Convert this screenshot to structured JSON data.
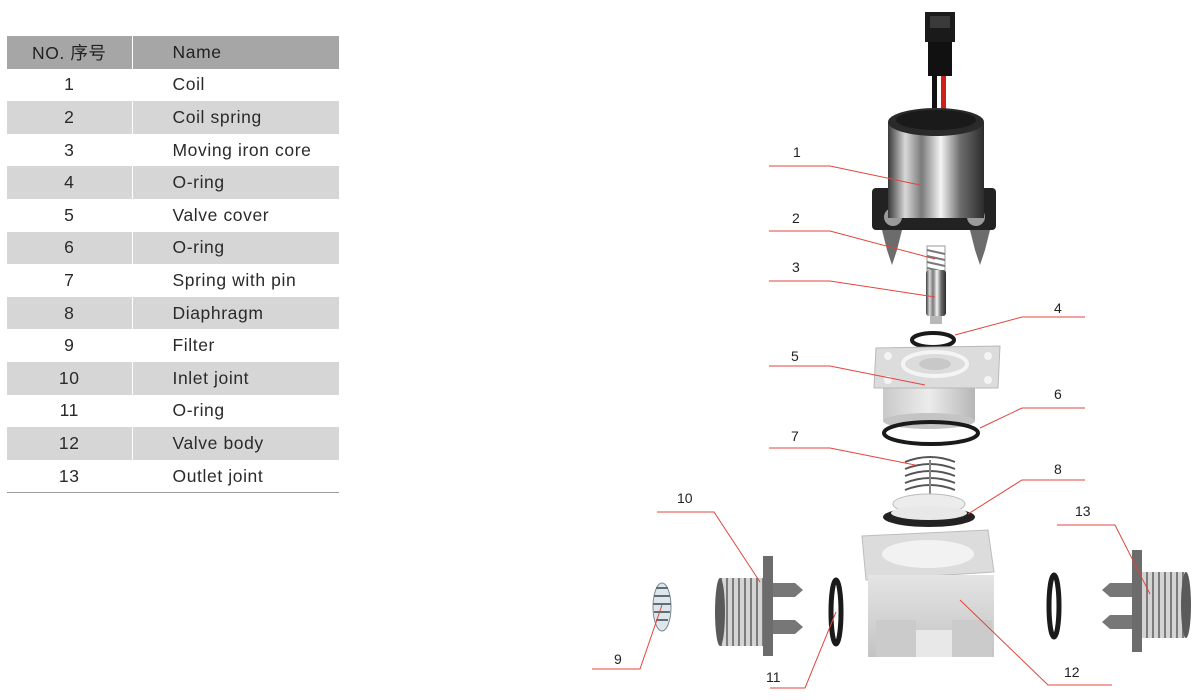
{
  "table": {
    "header": {
      "no": "NO. 序号",
      "name": "Name"
    },
    "rows": [
      {
        "no": "1",
        "name": "Coil"
      },
      {
        "no": "2",
        "name": "Coil spring"
      },
      {
        "no": "3",
        "name": "Moving iron core"
      },
      {
        "no": "4",
        "name": "O-ring"
      },
      {
        "no": "5",
        "name": "Valve cover"
      },
      {
        "no": "6",
        "name": "O-ring"
      },
      {
        "no": "7",
        "name": "Spring with pin"
      },
      {
        "no": "8",
        "name": "Diaphragm"
      },
      {
        "no": "9",
        "name": "Filter"
      },
      {
        "no": "10",
        "name": "Inlet joint"
      },
      {
        "no": "11",
        "name": "O-ring"
      },
      {
        "no": "12",
        "name": "Valve body"
      },
      {
        "no": "13",
        "name": "Outlet joint"
      }
    ]
  },
  "callouts": [
    "1",
    "2",
    "3",
    "4",
    "5",
    "6",
    "7",
    "8",
    "9",
    "10",
    "11",
    "12",
    "13"
  ],
  "colors": {
    "leader_line": "#e0453c",
    "header_bg": "#a6a6a6",
    "stripe_bg": "#d6d6d6",
    "wire_red": "#d0201a",
    "wire_black": "#111111"
  }
}
